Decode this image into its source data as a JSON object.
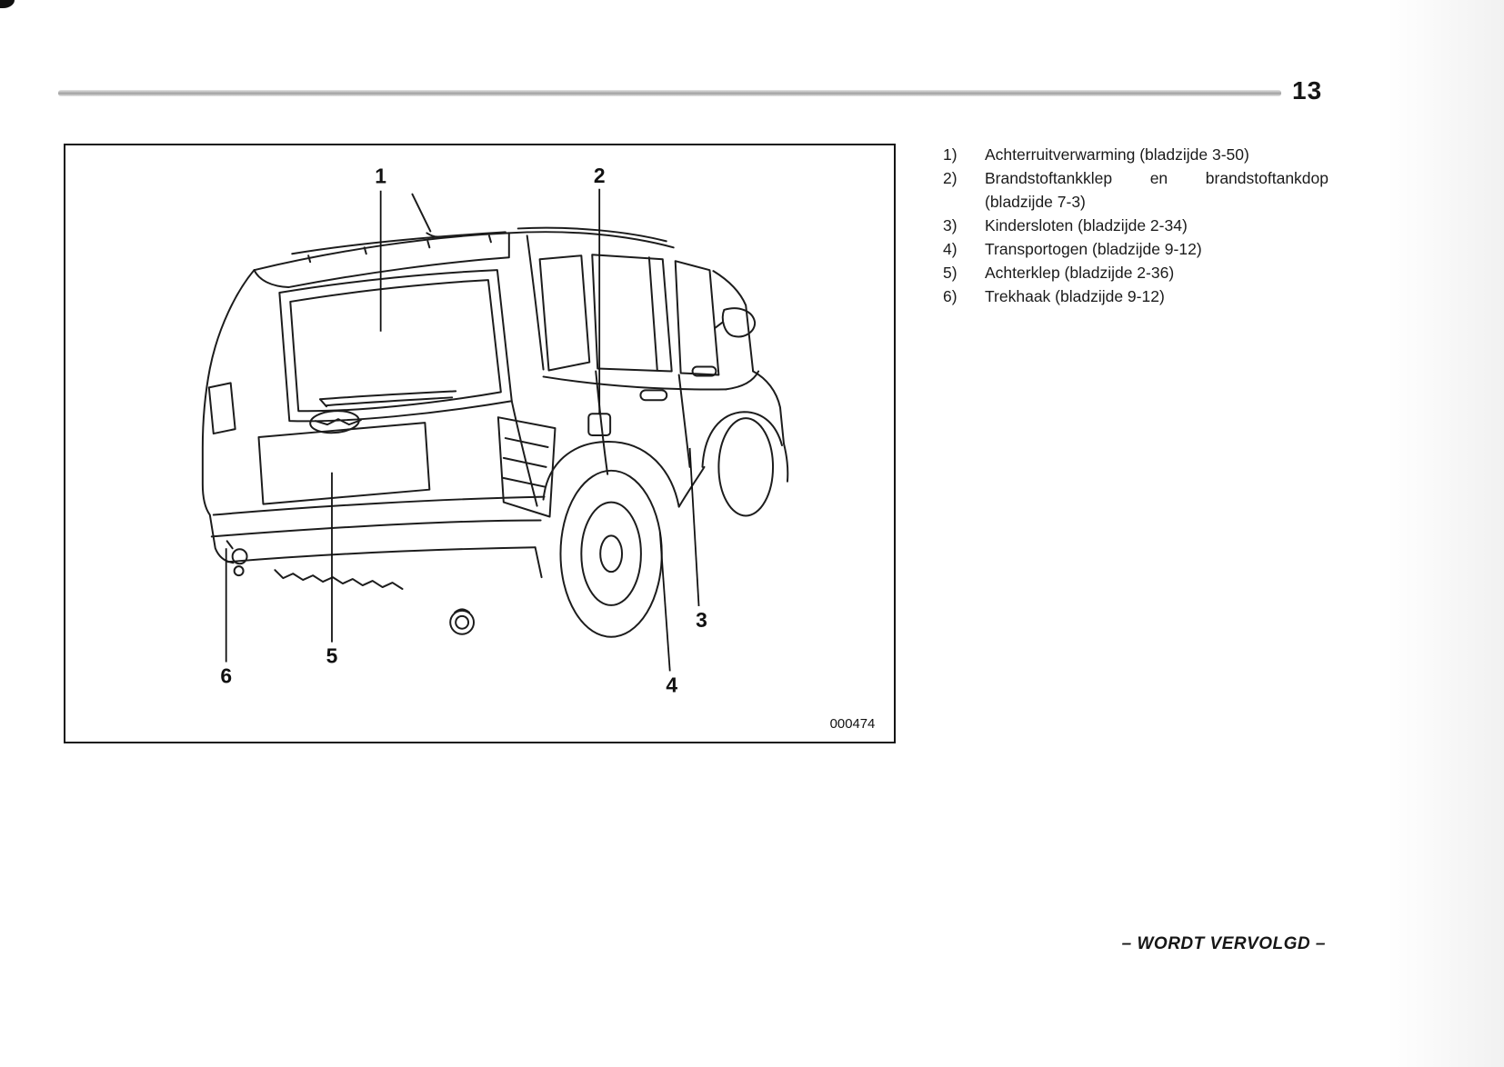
{
  "page": {
    "number": "13",
    "continuation": "– WORDT VERVOLGD –"
  },
  "figure": {
    "code": "000474",
    "callouts": [
      "1",
      "2",
      "3",
      "4",
      "5",
      "6"
    ]
  },
  "legend": {
    "items": [
      {
        "num": "1)",
        "label": "Achterruitverwarming (bladzijde 3-50)"
      },
      {
        "num": "2)",
        "label": "Brandstoftankklep en brandstoftankdop (bladzijde 7-3)"
      },
      {
        "num": "3)",
        "label": "Kindersloten (bladzijde 2-34)"
      },
      {
        "num": "4)",
        "label": "Transportogen (bladzijde 9-12)"
      },
      {
        "num": "5)",
        "label": "Achterklep (bladzijde 2-36)"
      },
      {
        "num": "6)",
        "label": "Trekhaak (bladzijde 9-12)"
      }
    ]
  }
}
